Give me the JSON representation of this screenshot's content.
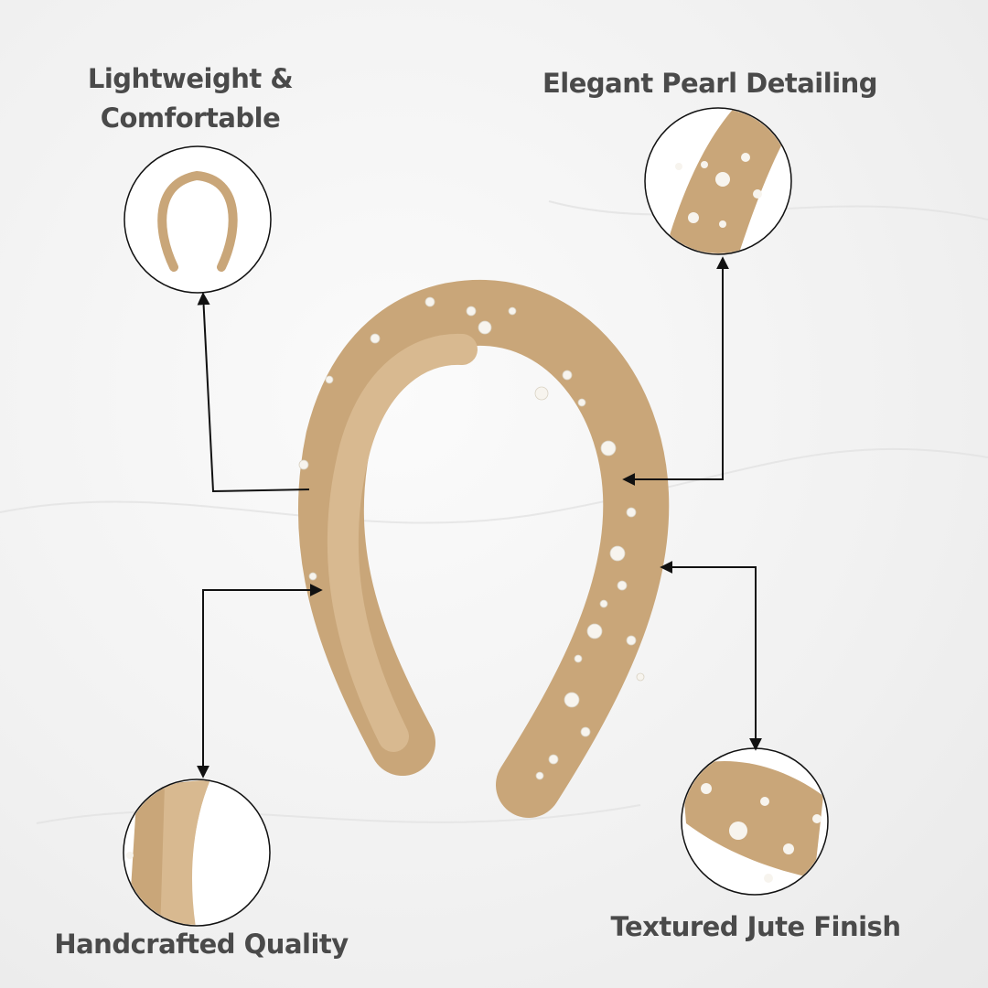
{
  "features": {
    "top_left": {
      "line1": "Lightweight &",
      "line2": "Comfortable"
    },
    "top_right": "Elegant Pearl Detailing",
    "bottom_left": "Handcrafted Quality",
    "bottom_right": "Textured Jute Finish"
  },
  "colors": {
    "text": "#4a4a4a",
    "jute": "#c9a679",
    "inner_band": "#d8b990",
    "pearl": "#f7f4ee",
    "line": "#111111"
  }
}
